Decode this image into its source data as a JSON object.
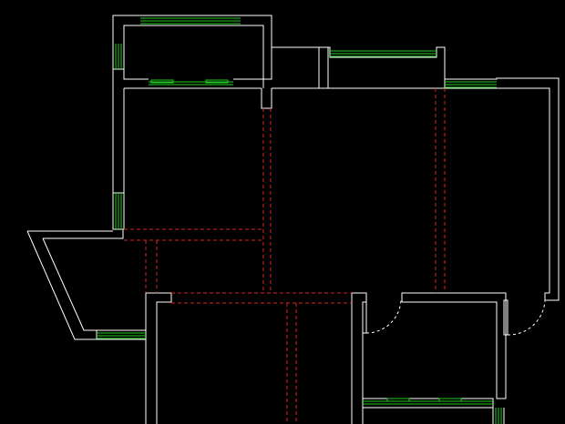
{
  "drawing": {
    "background": "#000000",
    "colors": {
      "wall": "#ffffff",
      "window": "#22cc22",
      "beam_line": "#dd2222",
      "door_swing": "#ffffff"
    },
    "layers": [
      "wall-outlines",
      "windows",
      "beam-lines",
      "doors"
    ]
  }
}
